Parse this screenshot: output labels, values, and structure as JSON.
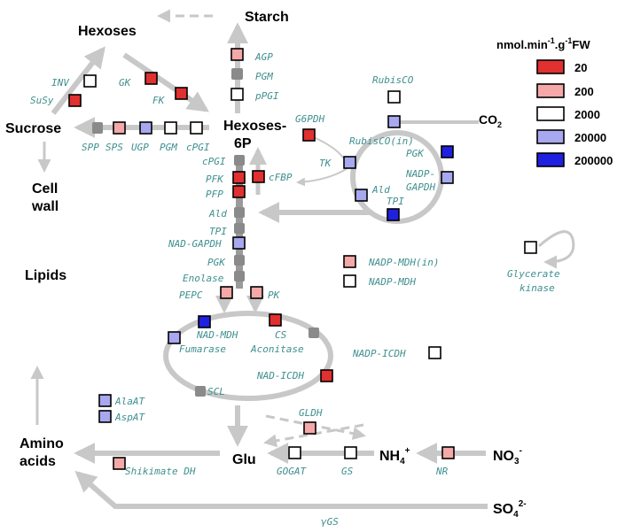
{
  "colors": {
    "c20": "#e03030",
    "c200": "#f4a8a8",
    "c2000": "#ffffff",
    "c20000": "#a8a8f0",
    "c200000": "#2020e0",
    "arrow": "#c8c8c8",
    "label": "#3f8f8f"
  },
  "nodes": {
    "hexoses": "Hexoses",
    "starch": "Starch",
    "sucrose": "Sucrose",
    "cell": "Cell",
    "wall": "wall",
    "hexoses6p_a": "Hexoses-",
    "hexoses6p_b": "6P",
    "lipids": "Lipids",
    "amino": "Amino",
    "acids": "acids",
    "glu": "Glu",
    "nh4": "NH",
    "nh4_sub": "4",
    "nh4_sup": "+",
    "no3": "NO",
    "no3_sub": "3",
    "no3_sup": "-",
    "so4": "SO",
    "so4_sub": "4",
    "so4_sup": "2-",
    "co2": "CO",
    "co2_sub": "2"
  },
  "legend": {
    "title": "nmol.min",
    "title_sup1": "-1",
    "title_mid": ".g",
    "title_sup2": "-1",
    "title_end": "FW",
    "items": [
      "20",
      "200",
      "2000",
      "20000",
      "200000"
    ]
  },
  "enzymes": {
    "agp": "AGP",
    "pgm": "PGM",
    "ppgi": "pPGI",
    "inv": "INV",
    "susy": "SuSy",
    "gk": "GK",
    "fk": "FK",
    "spp": "SPP",
    "sps": "SPS",
    "ugp": "UGP",
    "pgm2": "PGM",
    "cpgi": "cPGI",
    "g6pdh": "G6PDH",
    "rubisco": "RubisCO",
    "rubisco_in": "RubisCO(in)",
    "tk": "TK",
    "cfbp": "cFBP",
    "pgk": "PGK",
    "nadp_gapdh_a": "NADP-",
    "nadp_gapdh_b": "GAPDH",
    "ald_r": "Ald",
    "tpi_r": "TPI",
    "cpgi2": "cPGI",
    "pfk": "PFK",
    "pfp": "PFP",
    "ald": "Ald",
    "tpi": "TPI",
    "nad_gapdh": "NAD-GAPDH",
    "pgk2": "PGK",
    "enolase": "Enolase",
    "pepc": "PEPC",
    "pk": "PK",
    "nadp_mdh_in": "NADP-MDH(in)",
    "nadp_mdh": "NADP-MDH",
    "glycerate_a": "Glycerate",
    "glycerate_b": "kinase",
    "nad_mdh": "NAD-MDH",
    "cs": "CS",
    "fumarase": "Fumarase",
    "aconitase": "Aconitase",
    "nadp_icdh": "NADP-ICDH",
    "nad_icdh": "NAD-ICDH",
    "scl": "SCL",
    "alaat": "AlaAT",
    "aspat": "AspAT",
    "gldh": "GLDH",
    "gogat": "GOGAT",
    "gs": "GS",
    "nr": "NR",
    "shikimate": "Shikimate DH",
    "ygs": "γGS"
  }
}
